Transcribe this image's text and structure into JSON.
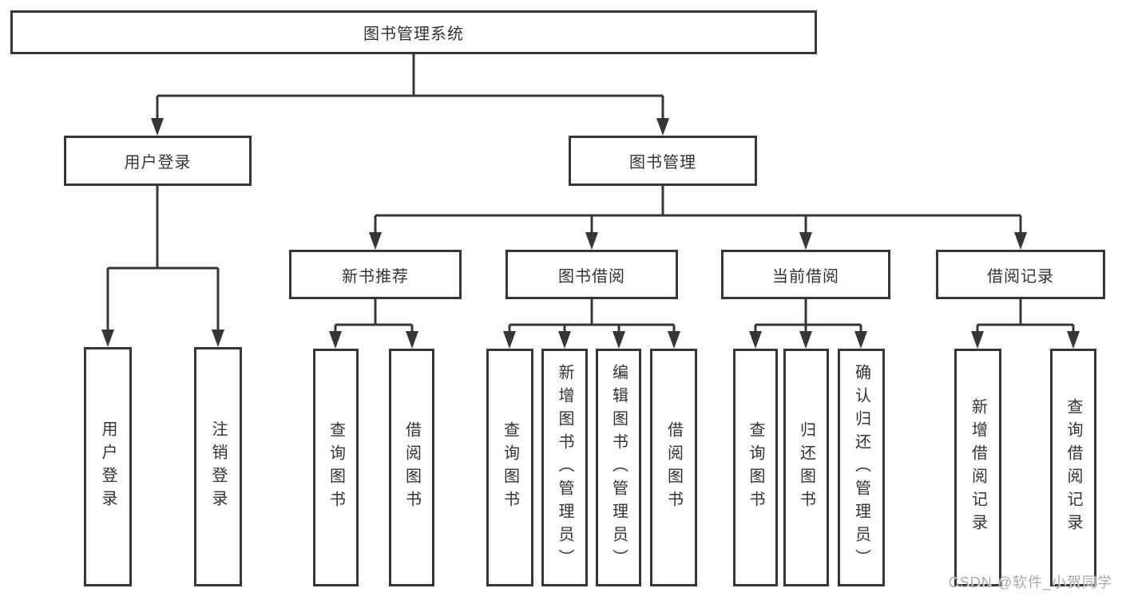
{
  "root": {
    "label": "图书管理系统"
  },
  "branches": [
    {
      "label": "用户登录"
    },
    {
      "label": "图书管理"
    }
  ],
  "categories": [
    {
      "label": "新书推荐"
    },
    {
      "label": "图书借阅"
    },
    {
      "label": "当前借阅"
    },
    {
      "label": "借阅记录"
    }
  ],
  "leaves": [
    {
      "label": "用户登录"
    },
    {
      "label": "注销登录"
    },
    {
      "label": "查询图书"
    },
    {
      "label": "借阅图书"
    },
    {
      "label": "查询图书"
    },
    {
      "label": "新增图书（管理员）"
    },
    {
      "label": "编辑图书（管理员）"
    },
    {
      "label": "借阅图书"
    },
    {
      "label": "查询图书"
    },
    {
      "label": "归还图书"
    },
    {
      "label": "确认归还（管理员）"
    },
    {
      "label": "新增借阅记录"
    },
    {
      "label": "查询借阅记录"
    }
  ],
  "watermark": "CSDN @软件_小贺同学",
  "colors": {
    "line": "#363636",
    "text": "#333333",
    "background": "#ffffff",
    "watermark": "#ababab"
  }
}
